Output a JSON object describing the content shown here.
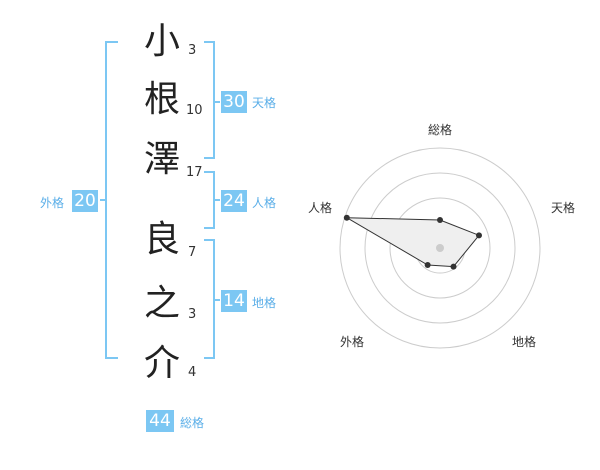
{
  "name": {
    "characters": [
      {
        "char": "小",
        "strokes": "3"
      },
      {
        "char": "根",
        "strokes": "10"
      },
      {
        "char": "澤",
        "strokes": "17"
      },
      {
        "char": "良",
        "strokes": "7"
      },
      {
        "char": "之",
        "strokes": "3"
      },
      {
        "char": "介",
        "strokes": "4"
      }
    ]
  },
  "scores": {
    "tenkaku": {
      "value": "30",
      "label": "天格"
    },
    "jinkaku": {
      "value": "24",
      "label": "人格"
    },
    "chikaku": {
      "value": "14",
      "label": "地格"
    },
    "gaikaku": {
      "value": "20",
      "label": "外格"
    },
    "soukaku": {
      "value": "44",
      "label": "総格"
    }
  },
  "radar": {
    "axes": [
      "総格",
      "天格",
      "地格",
      "外格",
      "人格"
    ],
    "values": [
      0.28,
      0.41,
      0.23,
      0.21,
      0.98
    ],
    "fill_color": "#efefef",
    "line_color": "#333333",
    "ring_color": "#cccccc"
  },
  "colors": {
    "accent": "#7cc7f3",
    "accent_text": "#5aaee8",
    "bracket": "#7cc7f3"
  }
}
